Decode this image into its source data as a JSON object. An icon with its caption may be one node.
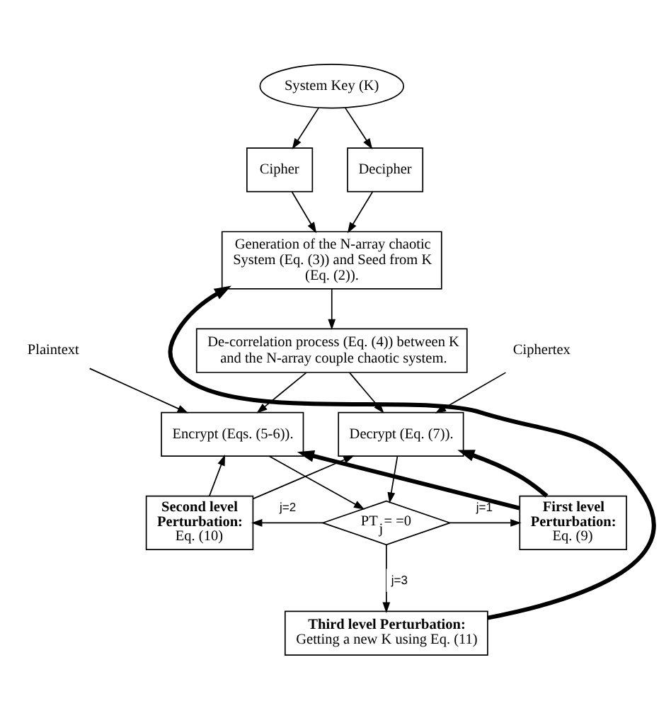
{
  "diagram": {
    "nodes": [
      {
        "text": [
          "System Key (K)"
        ]
      },
      {
        "text": [
          "Cipher"
        ]
      },
      {
        "text": [
          "Decipher"
        ]
      },
      {
        "text": [
          "Generation of the N-array chaotic System (Eq. (3)) and Seed from K (Eq. (2))."
        ]
      },
      {
        "text": [
          "De-correlation process (Eq. (4)) between K and the N-array couple chaotic system."
        ]
      },
      {
        "text": [
          "Plaintext"
        ]
      },
      {
        "text": [
          "Ciphertex"
        ]
      },
      {
        "text": [
          "Encrypt (Eqs. (5-6))."
        ]
      },
      {
        "text": [
          "Decrypt (Eq. (7))."
        ]
      },
      {
        "text": [
          "PT$_{j}$= =0"
        ]
      },
      {
        "text": [
          "Second level Perturbation:",
          "Eq. (10)"
        ]
      },
      {
        "text": [
          "First level Perturbation:",
          "Eq. (9)"
        ]
      },
      {
        "text": [
          "Third level Perturbation:",
          "Getting a new K using Eq. (11)"
        ]
      }
    ],
    "edges": [
      {
        "from": 0,
        "to": 1,
        "arrow": "to"
      },
      {
        "from": 0,
        "to": 2,
        "arrow": "to"
      },
      {
        "from": 1,
        "to": 3,
        "arrow": "to"
      },
      {
        "from": 2,
        "to": 3,
        "arrow": "to"
      },
      {
        "from": 3,
        "to": 4,
        "arrow": "to"
      },
      {
        "from": 4,
        "to": 7,
        "arrow": "to"
      },
      {
        "from": 4,
        "to": 8,
        "arrow": "to"
      },
      {
        "from": 5,
        "to": 7,
        "arrow": "to"
      },
      {
        "from": 6,
        "to": 8,
        "arrow": "to"
      },
      {
        "from": 7,
        "to": 9,
        "arrow": "to"
      },
      {
        "from": 8,
        "to": 9,
        "arrow": "to"
      },
      {
        "from": 9,
        "to": 10,
        "arrow": "to",
        "label": "j=2"
      },
      {
        "from": 9,
        "to": 11,
        "arrow": "to",
        "label": "j=1"
      },
      {
        "from": 9,
        "to": 12,
        "arrow": "to",
        "label": "j=3"
      },
      {
        "from": 10,
        "to": 7,
        "arrow": "to"
      },
      {
        "from": 10,
        "to": 8,
        "arrow": "to"
      },
      {
        "from": 11,
        "to": 7,
        "arrow": "to",
        "style": "thick"
      },
      {
        "from": 11,
        "to": 8,
        "arrow": "to",
        "style": "thick"
      },
      {
        "from": 12,
        "to": 3,
        "arrow": "to",
        "style": "thick"
      }
    ]
  }
}
